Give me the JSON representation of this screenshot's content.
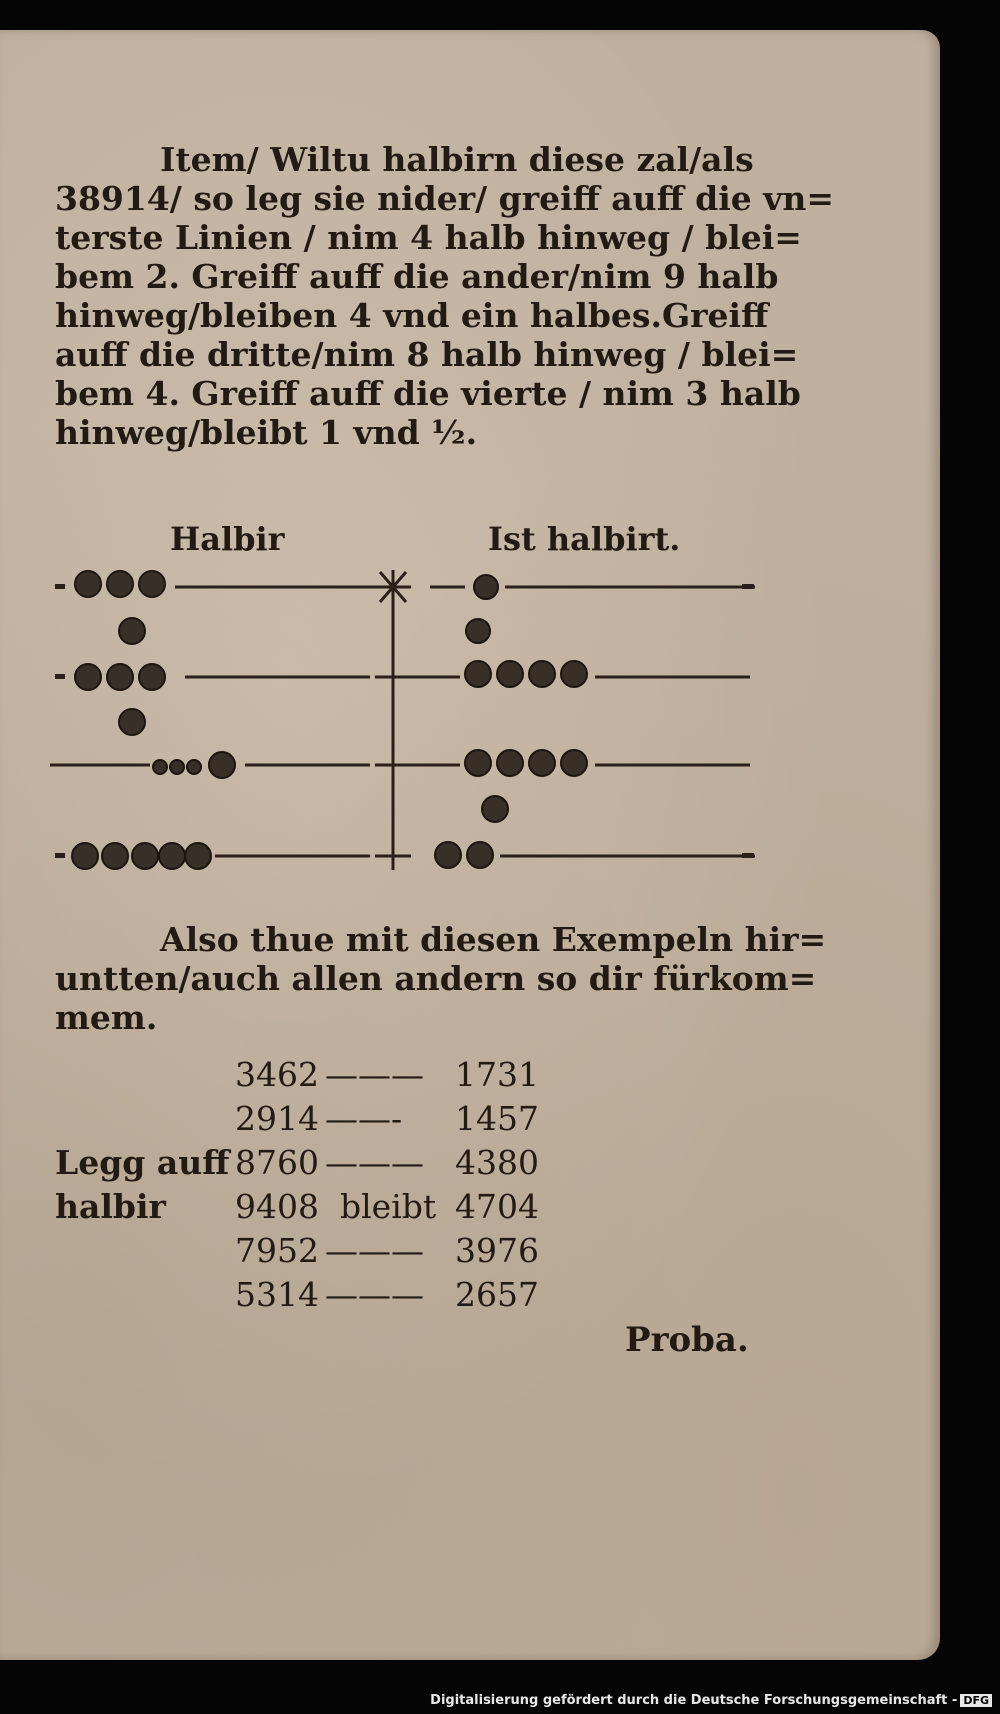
{
  "paragraph1": [
    "Item/ Wiltu halbirn diese zal/als",
    "38914/ so leg sie nider/ greiff auff die vn=",
    "terste Linien / nim 4 halb hinweg / blei=",
    "bem 2. Greiff auff die ander/nim 9 halb",
    "hinweg/bleiben 4 vnd ein halbes.Greiff",
    "auff die dritte/nim 8 halb hinweg / blei=",
    "bem 4. Greiff auff die vierte / nim 3 halb",
    "hinweg/bleibt 1 vnd ½."
  ],
  "diagram": {
    "label_left": "Halbir",
    "label_right": "Ist halbirt."
  },
  "paragraph2": [
    "Also thue mit diesen Exempeln hir=",
    "untten/auch allen andern so dir fürkom=",
    "mem."
  ],
  "examples": {
    "separator": "------",
    "side_label_1": "Legg auff",
    "side_label_2": "halbir",
    "rows": [
      {
        "a": "3462",
        "sep": "———",
        "b": "1731"
      },
      {
        "a": "2914",
        "sep": "——-",
        "b": "1457"
      },
      {
        "a": "8760",
        "sep": "———",
        "b": "4380"
      },
      {
        "a": "9408",
        "sep": "bleibt",
        "b": "4704"
      },
      {
        "a": "7952",
        "sep": "———",
        "b": "3976"
      },
      {
        "a": "5314",
        "sep": "———",
        "b": "2657"
      }
    ],
    "proba": "Proba."
  },
  "footer": {
    "text": "Digitalisierung gefördert durch die Deutsche Forschungsgemeinschaft -",
    "logo": "DFG"
  }
}
